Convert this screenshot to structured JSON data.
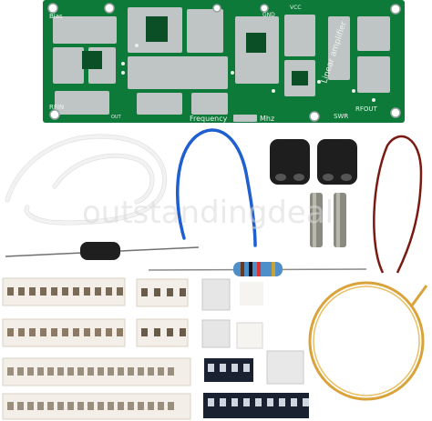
{
  "pcb": {
    "labels": {
      "bias": "Bias",
      "rfin": "RFIN",
      "gnd": "GND",
      "vcc": "VCC",
      "title": "Linear amplifier",
      "frequency": "Frequency",
      "mhz": "Mhz",
      "swr": "SWR",
      "rfout": "RFOUT",
      "out": "OUT"
    },
    "colors": {
      "board": "#0d7a3a",
      "copper": "#bfc4c4",
      "silk": "#eef3ee"
    }
  },
  "watermark": "outstandingdeal",
  "components": {
    "white_wire": "white-wire-icon",
    "blue_wire": "blue-wire-icon",
    "red_wire": "red-magnet-wire-icon",
    "yellow_wire": "yellow-wire-ring-icon",
    "ferrite_cores": "ferrite-core-icon",
    "copper_tubes": "tube-icon",
    "choke": "inductor-icon",
    "resistor": "resistor-icon",
    "smd_strips": "smd-strip-icon"
  }
}
